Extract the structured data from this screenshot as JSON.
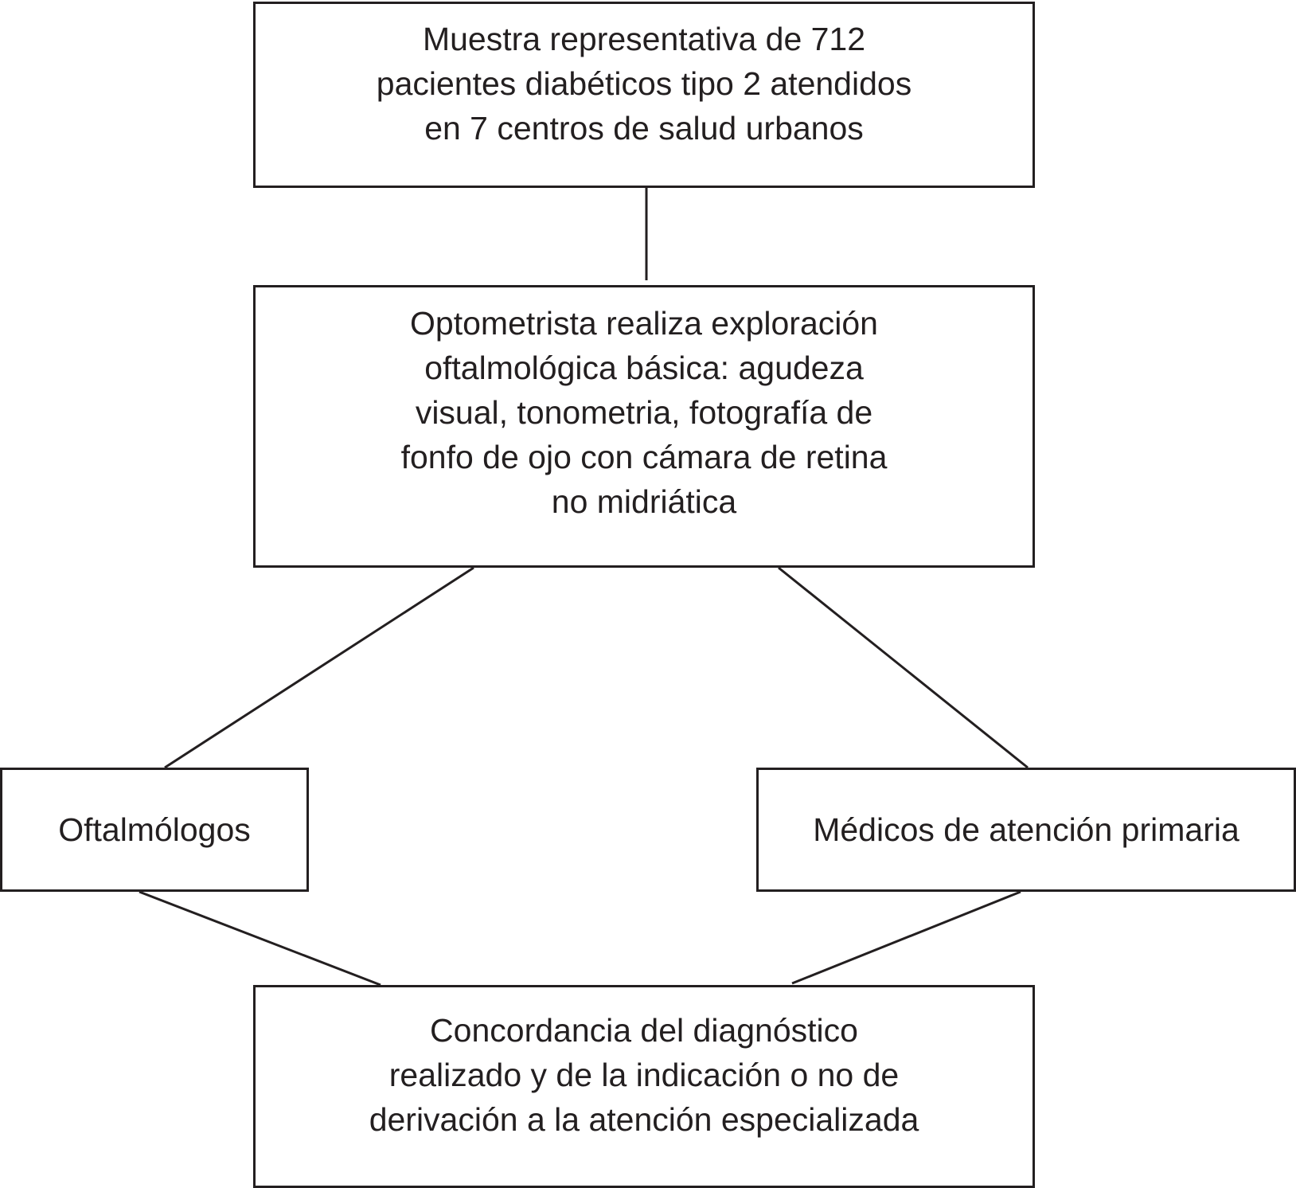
{
  "diagram": {
    "nodes": [
      {
        "id": "sample",
        "text": "Muestra representativa de 712\npacientes diabéticos tipo 2 atendidos\nen 7 centros de salud urbanos"
      },
      {
        "id": "optometrist",
        "text": "Optometrista realiza exploración\n oftalmológica básica: agudeza\nvisual, tonometria, fotografía de\nfonfo de ojo con cámara de retina\nno midriática"
      },
      {
        "id": "ophthalmologists",
        "text": "Oftalmólogos"
      },
      {
        "id": "primary-care",
        "text": "Médicos de atención primaria"
      },
      {
        "id": "concordance",
        "text": "Concordancia del diagnóstico\nrealizado y de la indicación o no de\nderivación a la atención especializada"
      }
    ],
    "edges": [
      {
        "from": "sample",
        "to": "optometrist"
      },
      {
        "from": "optometrist",
        "to": "ophthalmologists"
      },
      {
        "from": "optometrist",
        "to": "primary-care"
      },
      {
        "from": "ophthalmologists",
        "to": "concordance"
      },
      {
        "from": "primary-care",
        "to": "concordance"
      }
    ],
    "colors": {
      "line": "#231f20",
      "text": "#231f20",
      "background": "#ffffff"
    }
  }
}
